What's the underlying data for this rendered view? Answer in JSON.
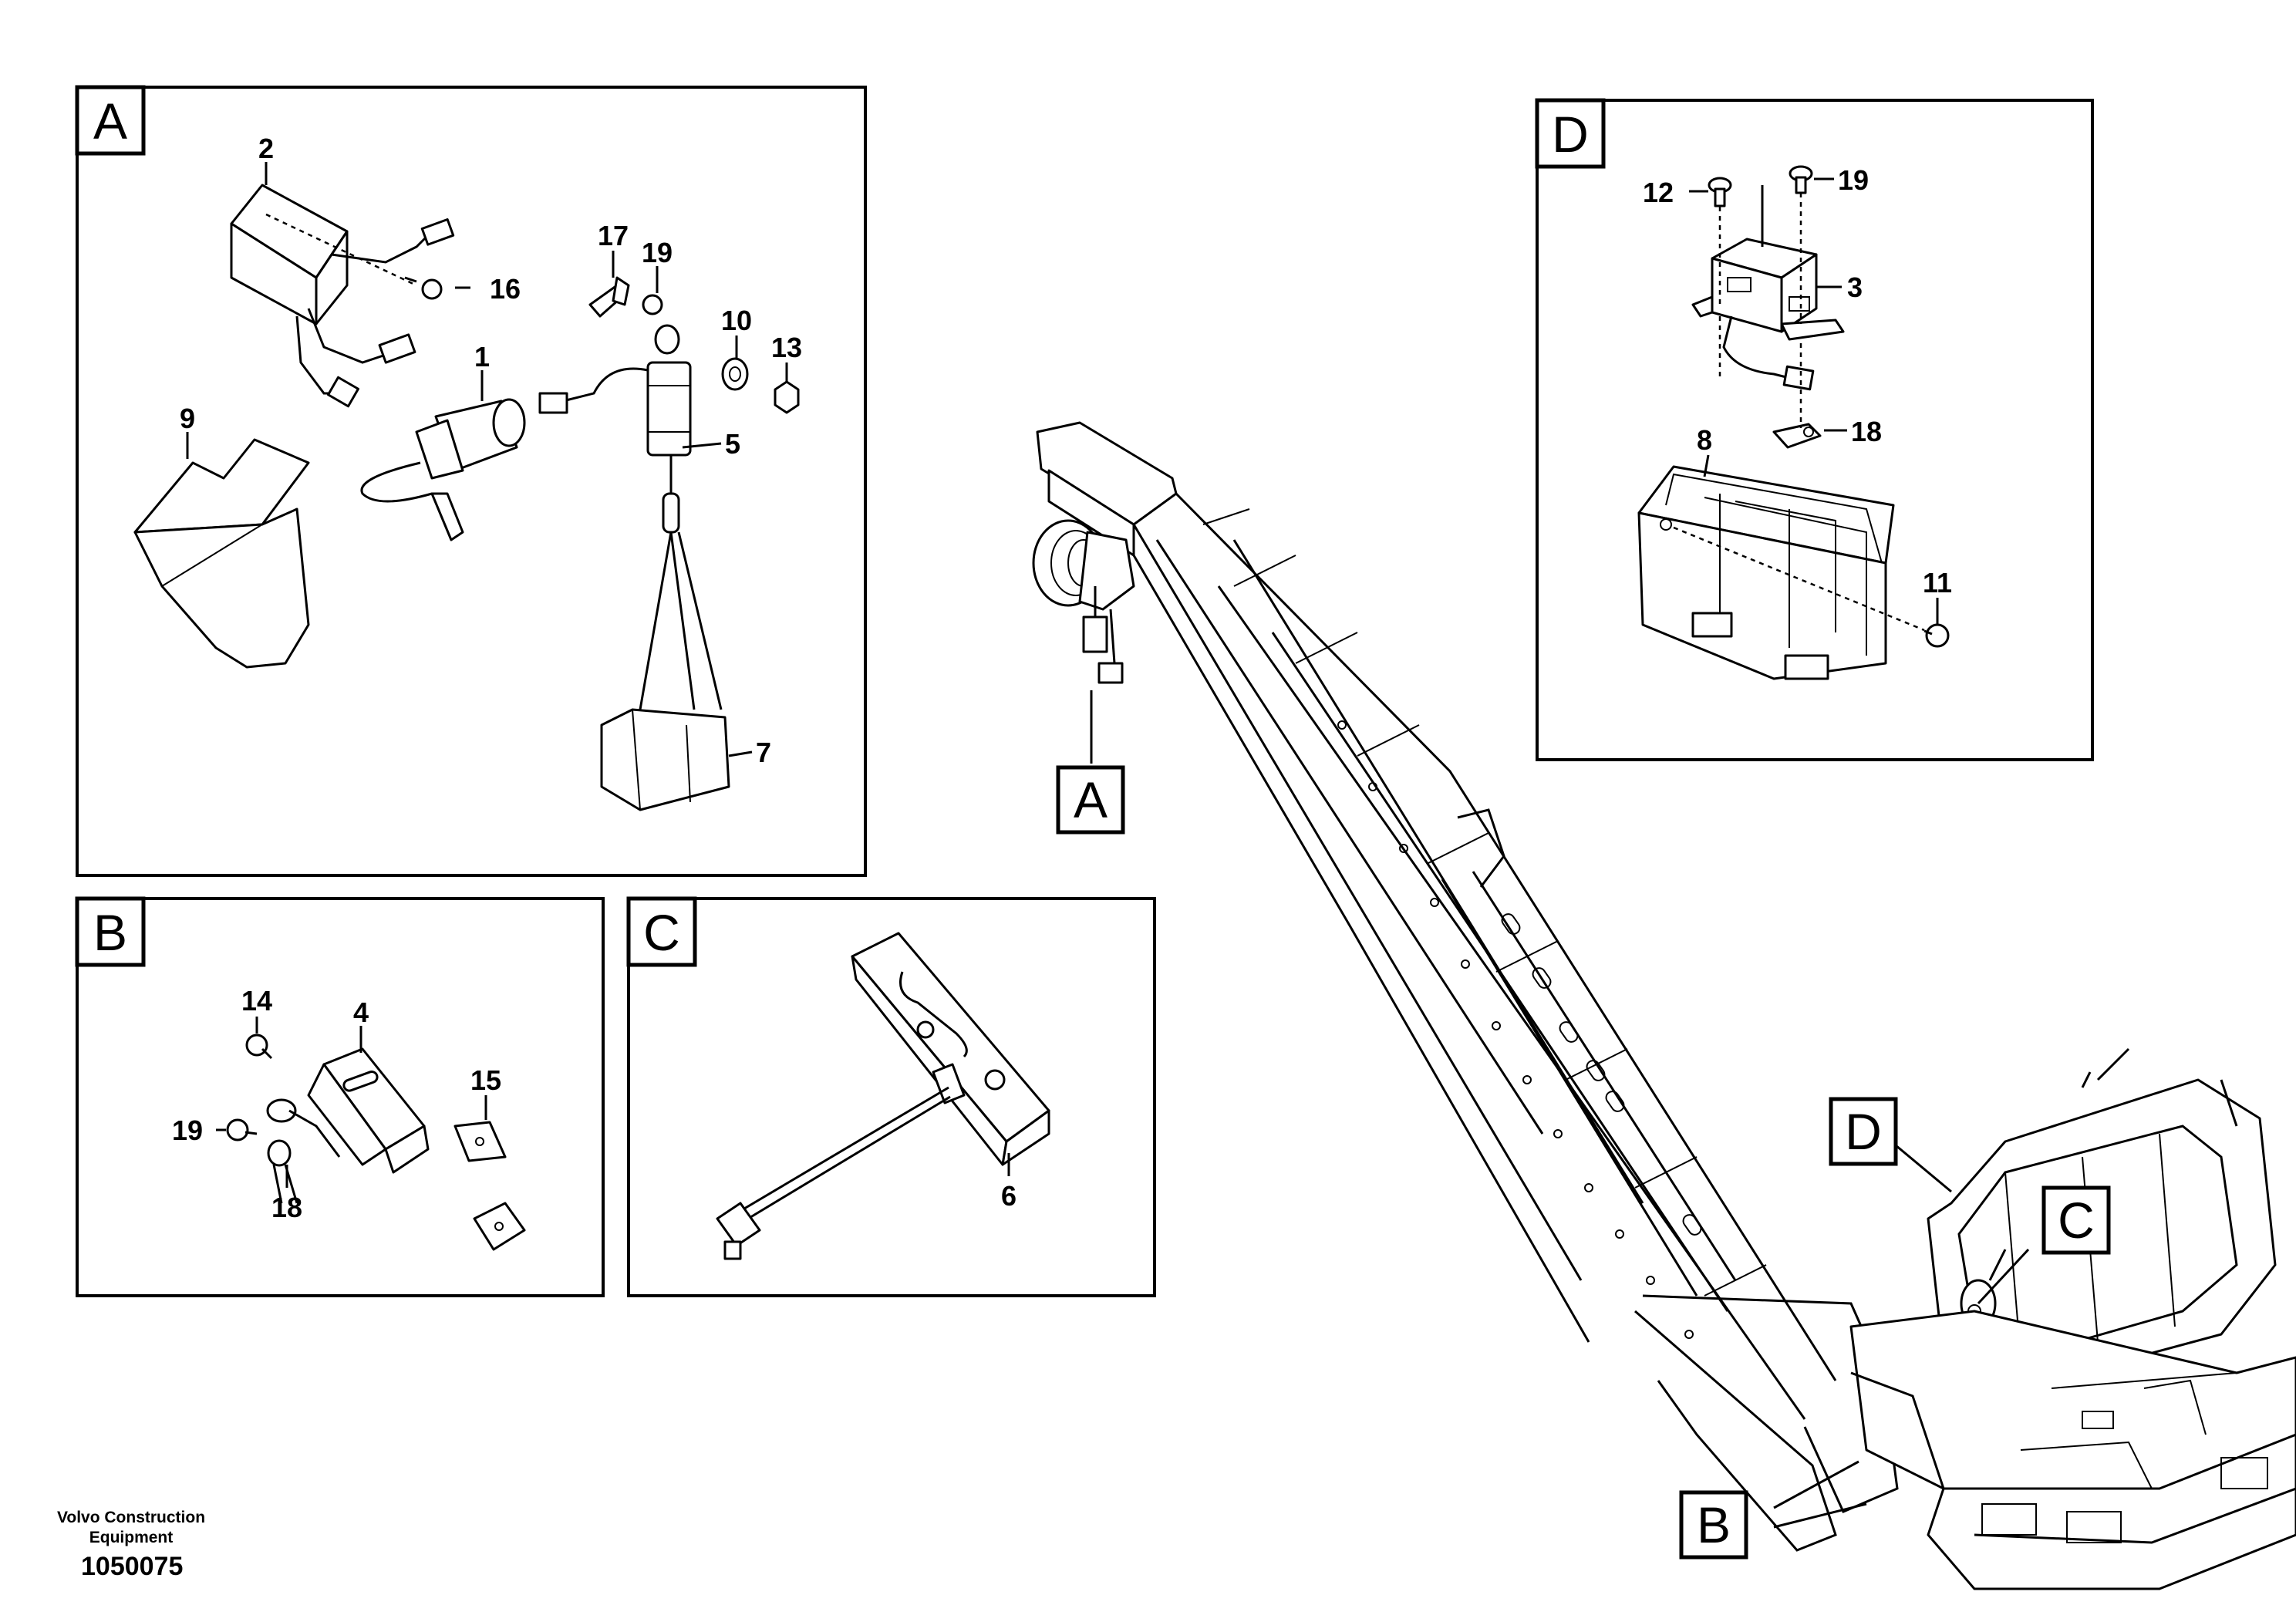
{
  "sections": {
    "A": {
      "letter": "A",
      "parts": [
        "2",
        "16",
        "1",
        "9",
        "17",
        "19",
        "10",
        "13",
        "5",
        "7"
      ]
    },
    "B": {
      "letter": "B",
      "parts": [
        "14",
        "4",
        "19",
        "15",
        "18"
      ]
    },
    "C": {
      "letter": "C",
      "parts": [
        "6"
      ]
    },
    "D": {
      "letter": "D",
      "parts": [
        "12",
        "19",
        "3",
        "18",
        "8",
        "11"
      ]
    }
  },
  "callouts": {
    "A": "A",
    "B": "B",
    "C": "C",
    "D": "D"
  },
  "footer": {
    "company_line1": "Volvo Construction",
    "company_line2": "Equipment",
    "figure_id": "1050075"
  }
}
